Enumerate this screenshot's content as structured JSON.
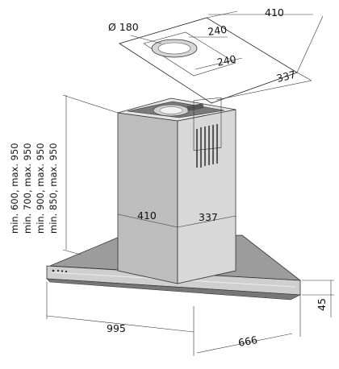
{
  "top_view": {
    "duct_diameter": "Ø 180",
    "width": "410",
    "depth": "337",
    "outlet_width": "240",
    "outlet_depth": "240"
  },
  "chimney": {
    "width": "410",
    "depth": "337"
  },
  "height_ranges": [
    "min. 600, max. 950",
    "min. 700, max. 950",
    "min. 900, max. 950",
    "min. 850, max. 950"
  ],
  "canopy": {
    "width": "995",
    "depth": "666",
    "thickness": "45"
  }
}
